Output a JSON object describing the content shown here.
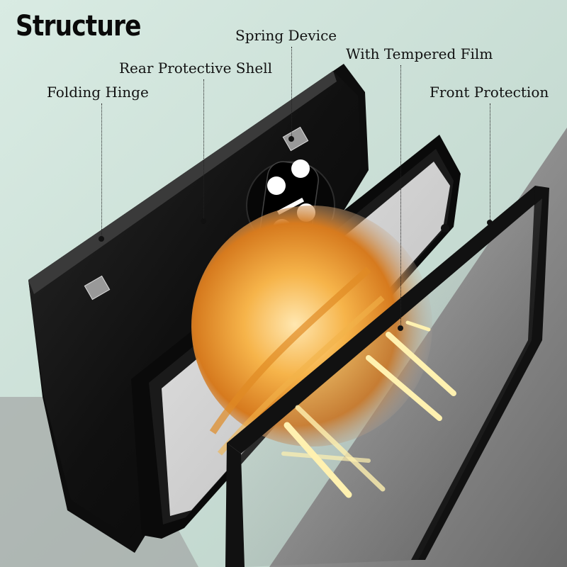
{
  "title": "Structure",
  "labels": {
    "spring_device": "Spring Device",
    "tempered_film": "With Tempered Film",
    "rear_shell": "Rear Protective Shell",
    "folding_hinge": "Folding Hinge",
    "front_protection": "Front Protection"
  },
  "colors": {
    "background_mint": "#cfe3da",
    "surface_gray": "#9a9a9a",
    "shell_black": "#121212",
    "wallpaper_orange": "#f0a030",
    "highlight_yellow": "#fff1b0"
  }
}
